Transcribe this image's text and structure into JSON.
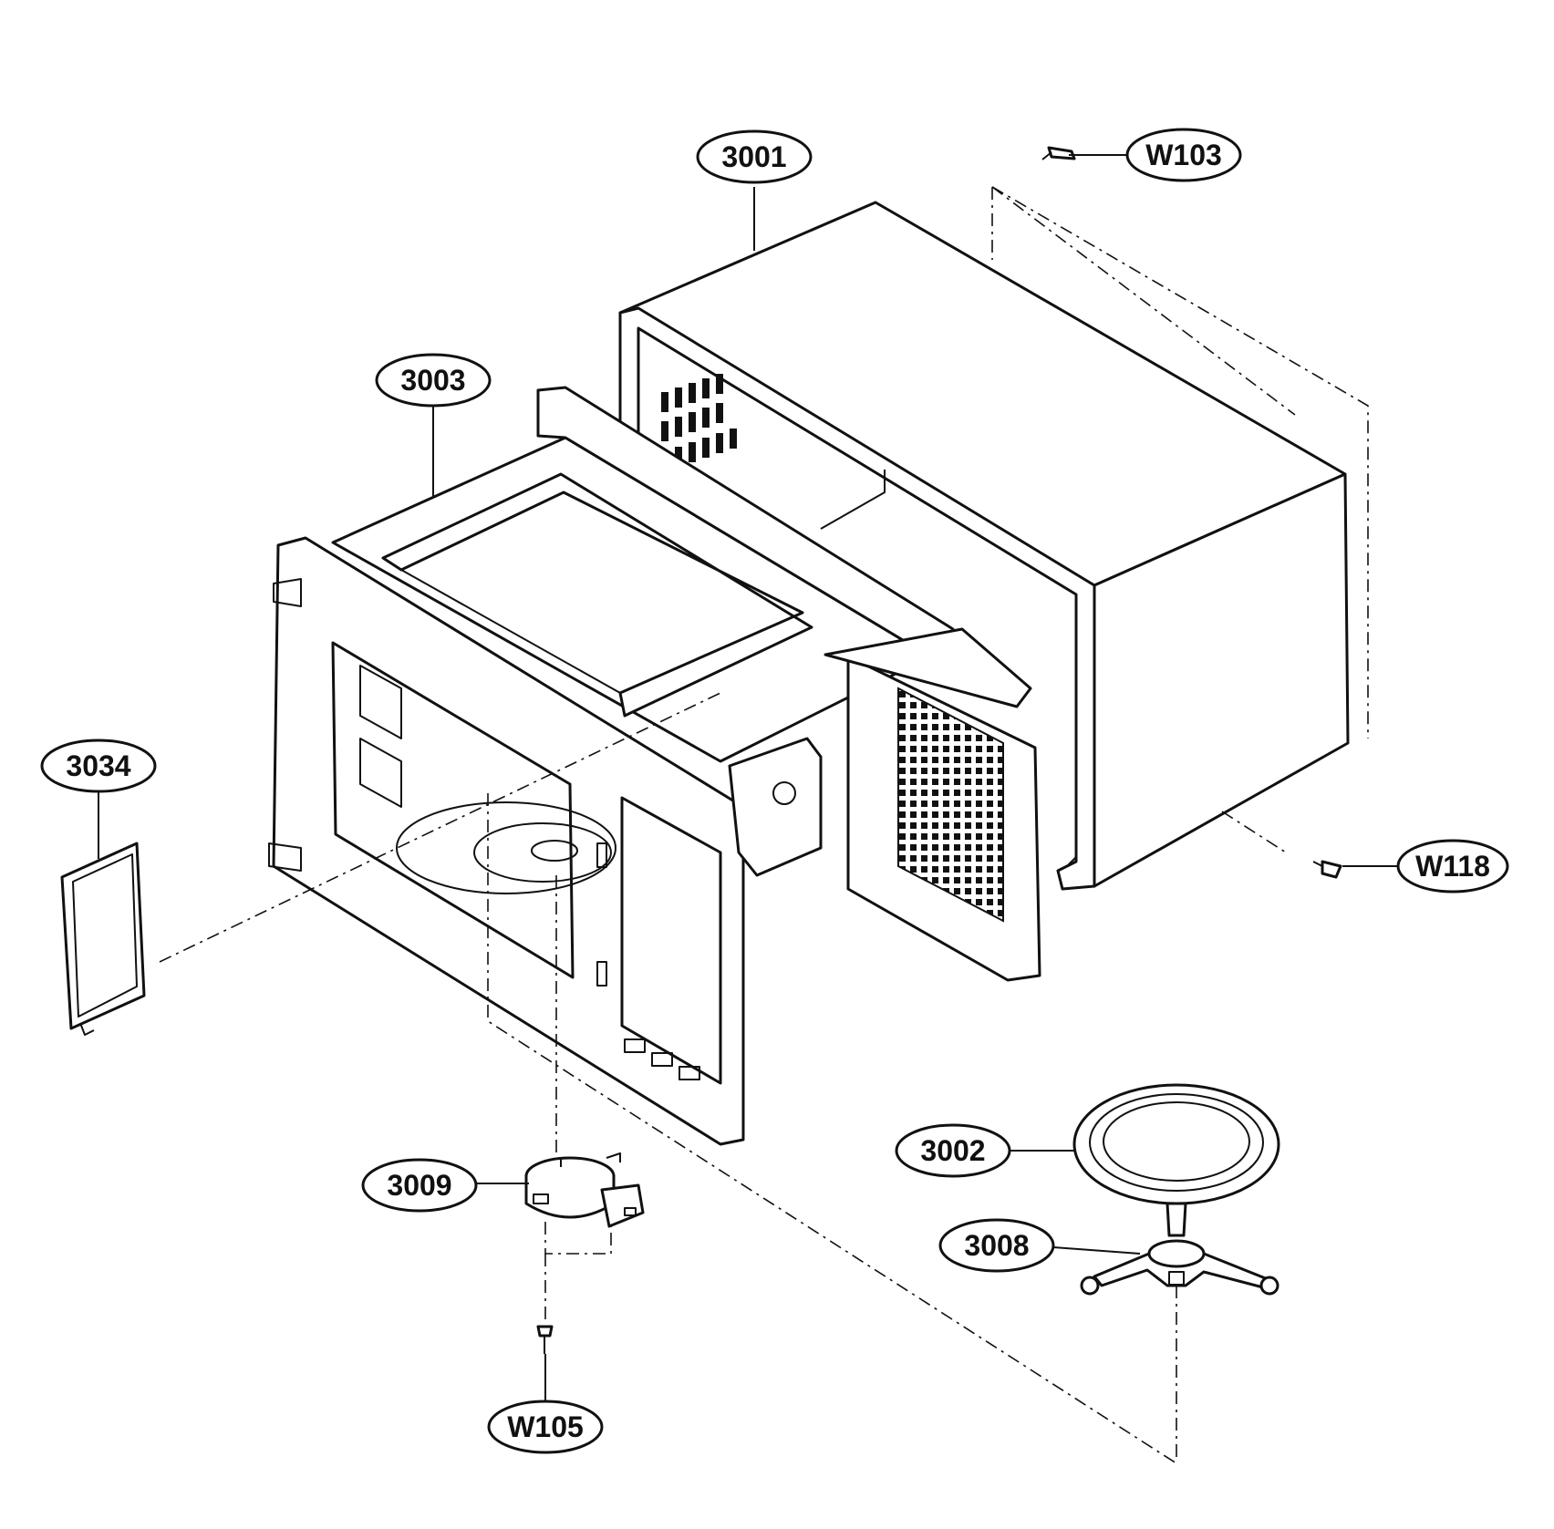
{
  "callouts": {
    "c3001": "3001",
    "cW103": "W103",
    "c3003": "3003",
    "c3034": "3034",
    "cW118": "W118",
    "c3002": "3002",
    "c3009": "3009",
    "c3008": "3008",
    "cW105": "W105"
  },
  "colors": {
    "line": "#111111",
    "background": "#ffffff"
  },
  "icons": [
    "outer-case-cabinet",
    "oven-cavity-frame",
    "waveguide-cover",
    "turntable-motor",
    "glass-tray",
    "roller-guide",
    "screw"
  ]
}
